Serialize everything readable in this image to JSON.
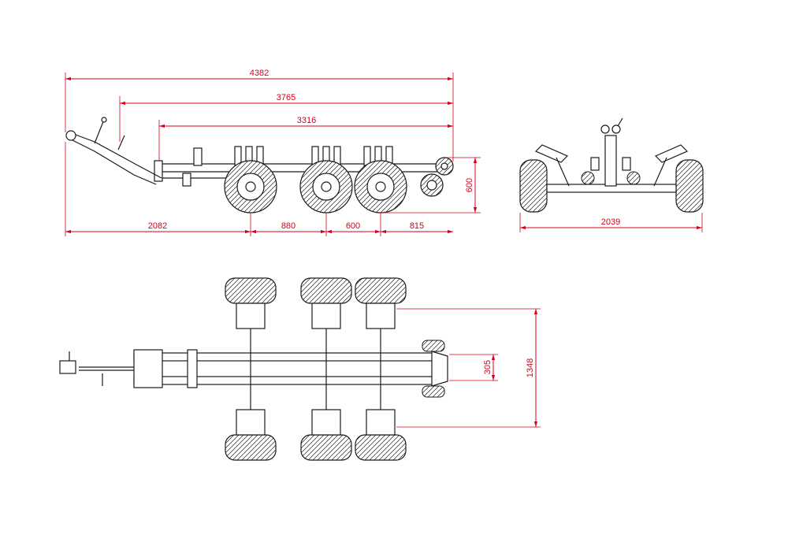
{
  "colors": {
    "dimension": "#d4001a",
    "outline": "#1a1a1a",
    "background": "#ffffff"
  },
  "side_view": {
    "overall_length": "4382",
    "length_to_frame_front": "3765",
    "length_to_bunk_front": "3316",
    "height": "600",
    "segment_hitch_to_axle1": "2082",
    "segment_axle1_to_axle2": "880",
    "segment_axle2_to_axle3": "600",
    "segment_axle3_to_rear": "815"
  },
  "rear_view": {
    "overall_width": "2039"
  },
  "top_view": {
    "roller_spacing": "305",
    "bunk_spacing": "1348"
  }
}
